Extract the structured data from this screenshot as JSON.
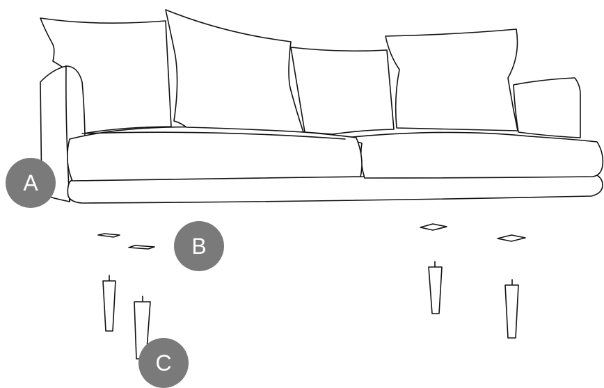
{
  "labels": {
    "a": "A",
    "b": "B",
    "c": "C"
  },
  "colors": {
    "badge_fill": "#7a7a7a",
    "line": "#111111",
    "background": "#ffffff"
  },
  "parts": [
    "sofa",
    "leg-mounting-plate",
    "sofa-leg"
  ]
}
